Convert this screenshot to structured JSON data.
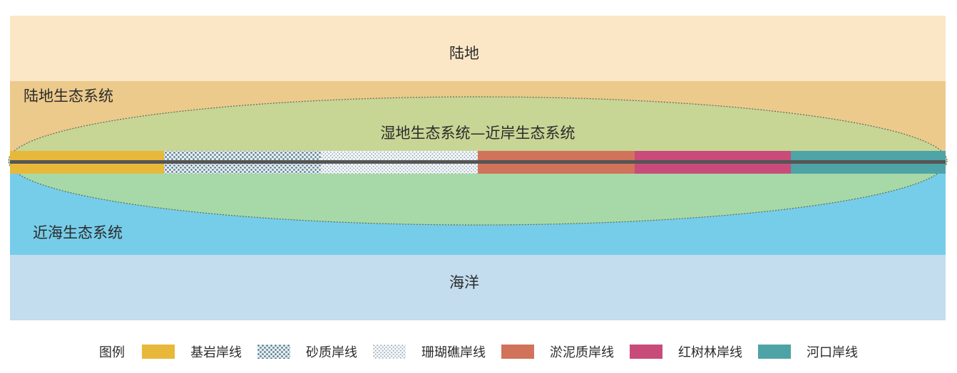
{
  "zones": {
    "land": "陆地",
    "land_ecosystem": "陆地生态系统",
    "wetland": "湿地生态系统—近岸生态系统",
    "nearshore_ecosystem": "近海生态系统",
    "ocean": "海洋"
  },
  "colors": {
    "land": "#fbe7c6",
    "land_ecosystem": "#ecca8c",
    "wetland_upper": "#c7d595",
    "wetland_lower": "#a6d9a7",
    "nearshore": "#76cde9",
    "ocean": "#c3dcee",
    "centerline": "#555555"
  },
  "legend": {
    "title": "图例",
    "items": [
      {
        "label": "基岩岸线",
        "color": "#e8b83b",
        "pattern": "solid"
      },
      {
        "label": "砂质岸线",
        "color": "#7f9cab",
        "pattern": "dense-dots"
      },
      {
        "label": "珊瑚礁岸线",
        "color": "#c3d3df",
        "pattern": "light-dots"
      },
      {
        "label": "淤泥质岸线",
        "color": "#d0735a",
        "pattern": "solid"
      },
      {
        "label": "红树林岸线",
        "color": "#c94b7a",
        "pattern": "solid"
      },
      {
        "label": "河口岸线",
        "color": "#4ea3a6",
        "pattern": "solid"
      }
    ]
  }
}
